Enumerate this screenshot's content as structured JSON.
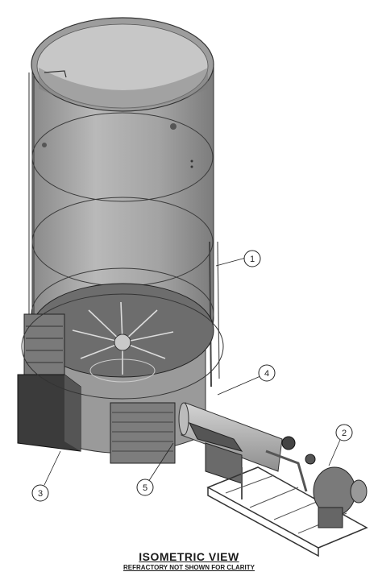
{
  "callouts": [
    {
      "id": "callout-1",
      "label": "1"
    },
    {
      "id": "callout-2",
      "label": "2"
    },
    {
      "id": "callout-3",
      "label": "3"
    },
    {
      "id": "callout-4",
      "label": "4"
    },
    {
      "id": "callout-5",
      "label": "5"
    }
  ],
  "title": "ISOMETRIC VIEW",
  "subtitle": "REFRACTORY NOT SHOWN FOR CLARITY"
}
